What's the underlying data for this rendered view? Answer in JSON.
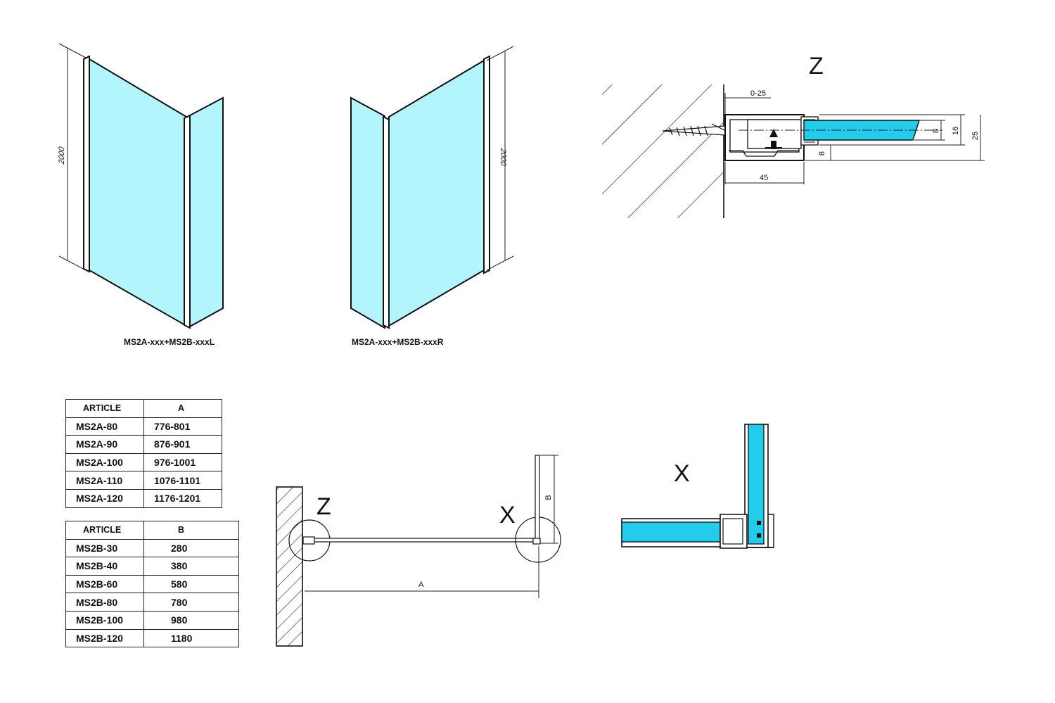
{
  "captions": {
    "left_variant": "MS2A-xxx+MS2B-xxxL",
    "right_variant": "MS2A-xxx+MS2B-xxxR"
  },
  "height_labels": {
    "left": "2000",
    "right": "2000"
  },
  "detail_z": {
    "label": "Z",
    "dim_adjust": "0-25",
    "dim_width": "45",
    "dim_glass": "8",
    "dim_profile": "16",
    "dim_total": "25",
    "dim_offset": "8"
  },
  "plan": {
    "label_z": "Z",
    "label_x": "X",
    "dim_a": "A",
    "dim_b": "B"
  },
  "detail_x": {
    "label": "X"
  },
  "table_a": {
    "header": [
      "ARTICLE",
      "A"
    ],
    "rows": [
      [
        "MS2A-80",
        "776-801"
      ],
      [
        "MS2A-90",
        "876-901"
      ],
      [
        "MS2A-100",
        "976-1001"
      ],
      [
        "MS2A-110",
        "1076-1101"
      ],
      [
        "MS2A-120",
        "1176-1201"
      ]
    ]
  },
  "table_b": {
    "header": [
      "ARTICLE",
      "B"
    ],
    "rows": [
      [
        "MS2B-30",
        "280"
      ],
      [
        "MS2B-40",
        "380"
      ],
      [
        "MS2B-60",
        "580"
      ],
      [
        "MS2B-80",
        "780"
      ],
      [
        "MS2B-100",
        "980"
      ],
      [
        "MS2B-120",
        "1180"
      ]
    ]
  },
  "colors": {
    "glass_light": "#b3f5fd",
    "glass_cyan": "#24ccec",
    "line": "#1a1a1a"
  }
}
